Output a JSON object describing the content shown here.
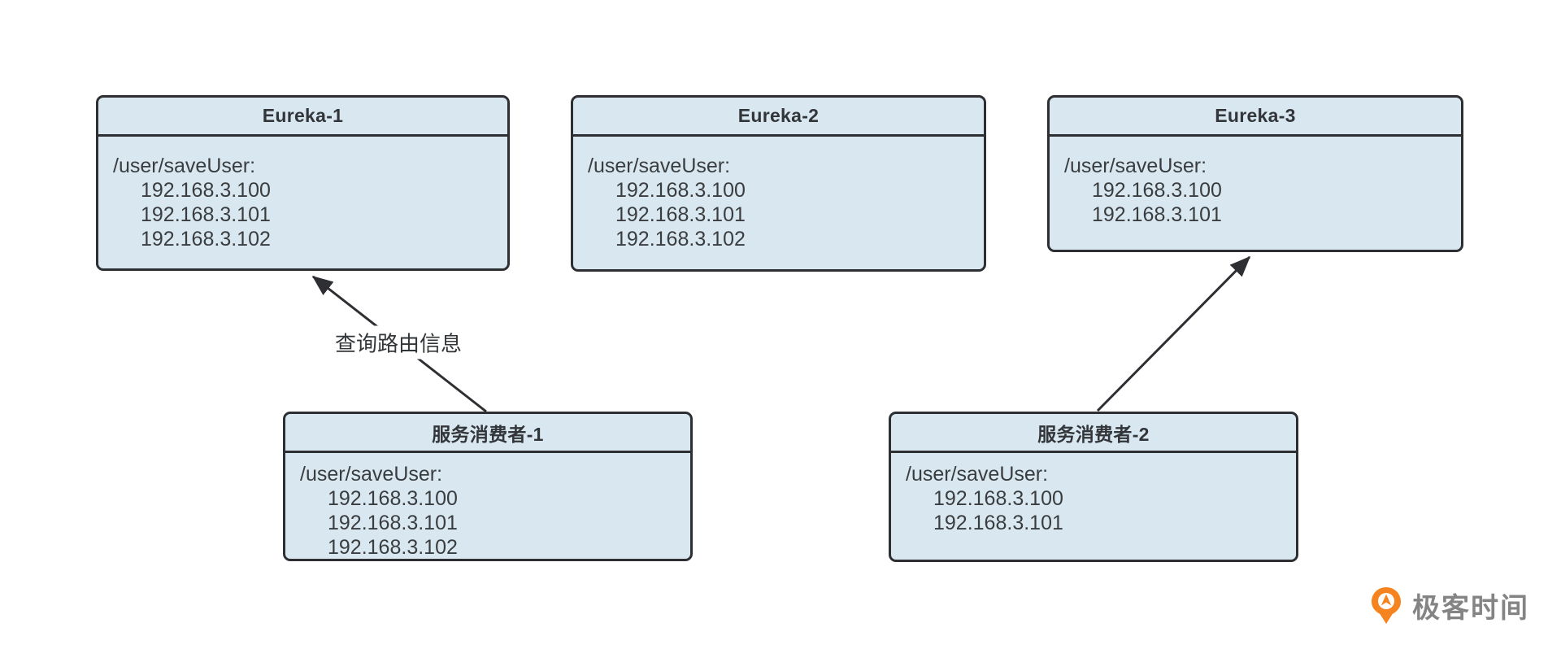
{
  "diagram": {
    "title": "Eureka service discovery routing diagram",
    "background": "#ffffff"
  },
  "nodes": [
    {
      "id": "eureka-1",
      "title": "Eureka-1",
      "route": "/user/saveUser:",
      "ips": [
        "192.168.3.100",
        "192.168.3.101",
        "192.168.3.102"
      ]
    },
    {
      "id": "eureka-2",
      "title": "Eureka-2",
      "route": "/user/saveUser:",
      "ips": [
        "192.168.3.100",
        "192.168.3.101",
        "192.168.3.102"
      ]
    },
    {
      "id": "eureka-3",
      "title": "Eureka-3",
      "route": "/user/saveUser:",
      "ips": [
        "192.168.3.100",
        "192.168.3.101"
      ]
    },
    {
      "id": "consumer-1",
      "title": "服务消费者-1",
      "route": "/user/saveUser:",
      "ips": [
        "192.168.3.100",
        "192.168.3.101",
        "192.168.3.102"
      ]
    },
    {
      "id": "consumer-2",
      "title": "服务消费者-2",
      "route": "/user/saveUser:",
      "ips": [
        "192.168.3.100",
        "192.168.3.101"
      ]
    }
  ],
  "arrows": [
    {
      "from": "consumer-1",
      "to": "eureka-1",
      "label": "查询路由信息"
    },
    {
      "from": "consumer-2",
      "to": "eureka-3",
      "label": ""
    }
  ],
  "labels": {
    "query_route": "查询路由信息"
  },
  "logo": {
    "icon": "geektime-pin-icon",
    "text": "极客时间"
  },
  "colors": {
    "node_fill": "#d9e8f0",
    "node_border": "#2d2f32",
    "arrow": "#2d2f32",
    "text": "#3a3d40",
    "logo_orange": "#f5831f",
    "logo_text": "#848484"
  }
}
